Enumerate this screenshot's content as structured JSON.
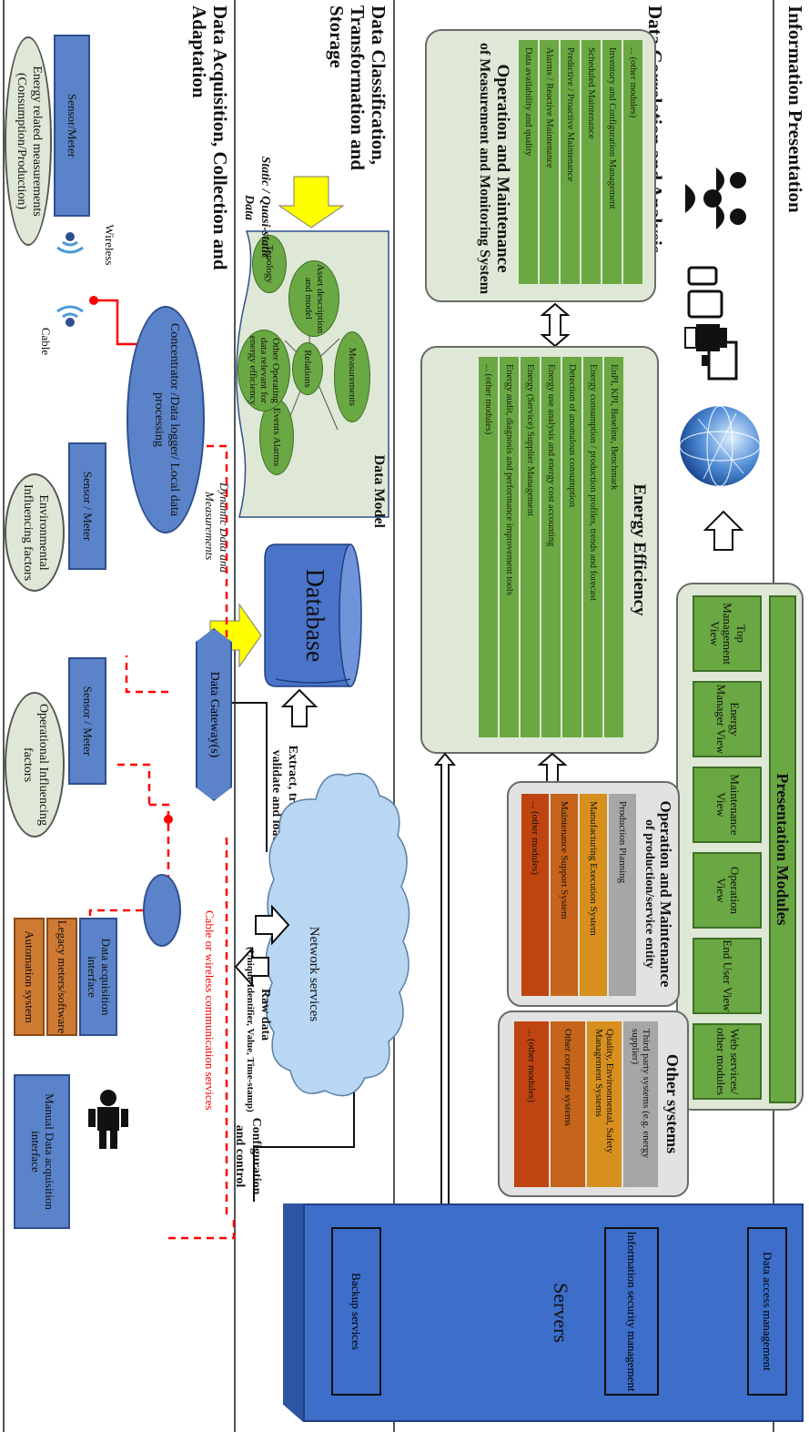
{
  "sections": {
    "information_presentation": "Information Presentation",
    "data_correlation": "Data Correlation and Analysis",
    "data_classification": "Data Classification, Transformation and Storage",
    "data_acquisition": "Data Acquisition, Collection and Adaptation"
  },
  "presentation": {
    "title": "Presentation Modules",
    "modules": [
      "Top Management View",
      "Energy Manager View",
      "Maintenance View",
      "Operation View",
      "End User View",
      "Web services/ other modules"
    ]
  },
  "om_monitoring": {
    "title": "Operation and Maintenance",
    "subtitle": "of Measurement and Monitoring System",
    "items": [
      "Data availability and quality",
      "Alarms / Reactive Maintenance",
      "Predictive / Proactive Maintenance",
      "Scheduled Maintenance",
      "Inventory and Configuration Management",
      "... (other modules)"
    ]
  },
  "energy_efficiency": {
    "title": "Energy Efficiency",
    "items": [
      "EnPI, KPI, Baseline, Benchmark",
      "Energy consumption / production profiles, trends and forecast",
      "Detection of anomalous consumption",
      "Energy use analysis and energy cost accounting",
      "Energy (Service) Supplier Management",
      "Energy audit, diagnosis and performance improvement tools",
      "... (other modules)"
    ]
  },
  "om_production": {
    "title": "Operation and Maintenance",
    "subtitle": "of production/service entity",
    "items": [
      "Production Planning",
      "Manufacturing Execution System",
      "Maintenance Support System",
      "... (other modules)"
    ],
    "colors": [
      "#a6a6a6",
      "#d7901d",
      "#c5641a",
      "#c0440f"
    ]
  },
  "other_systems": {
    "title": "Other systems",
    "items": [
      "Third party systems (e.g. energy supplier)",
      "Quality, Environmental, Safety Management Systems",
      "Other corporate systems",
      "... (other modules)"
    ],
    "colors": [
      "#a6a6a6",
      "#d7901d",
      "#c5641a",
      "#c0440f"
    ]
  },
  "servers": {
    "title": "Servers",
    "items": [
      "Data access management",
      "Information security management",
      "Backup services"
    ]
  },
  "data_model": {
    "title": "Data Model",
    "nodes": [
      "Measurements",
      "Asset description and model",
      "Relations",
      "Events Alarms",
      "Topology",
      "Other Operating data relevant for energy efficiency"
    ]
  },
  "static_data": {
    "line1": "Static / Quasi-static",
    "line2": "Data"
  },
  "dynamic_data": {
    "line1": "Dynamic Data and",
    "line2": "Measurements"
  },
  "database": "Database",
  "network": "Network services",
  "etl": {
    "line1": "Extract, transform",
    "line2": "validate and load"
  },
  "config": {
    "line1": "Configuration",
    "line2": "and control"
  },
  "raw_data": {
    "line1": "Raw data",
    "line2": "(Unique Identifier, Value, Time-stamp)"
  },
  "gateway": "Data Gateway(s)",
  "comm_services": "Cable or wireless communication services",
  "acquisition": {
    "sensor_meter_1": "Sensor/Meter",
    "energy_measurements": "Energy related measurements (Consumption/Production)",
    "wireless": "Wireless",
    "cable": "Cable",
    "concentrator": "Concentrator /Data logger/ Local data processing",
    "sensor_meter_2": "Sensor / Meter",
    "environmental": "Environmental Influencing factors",
    "sensor_meter_3": "Sensor / Meter",
    "operational": "Operational Influencing factors",
    "daq_interface": "Data acquisition interface",
    "legacy": "Legacy meters/software",
    "automation": "Automation system",
    "manual": "Manual Data acquisition interface"
  },
  "colors": {
    "green": "#6aa843",
    "panel": "#dfe8d6",
    "blue": "#5b83c9",
    "server": "#3d6ec9",
    "yellow": "#ffff00",
    "red": "#ff0000",
    "cloud": "#b9d6f2"
  }
}
